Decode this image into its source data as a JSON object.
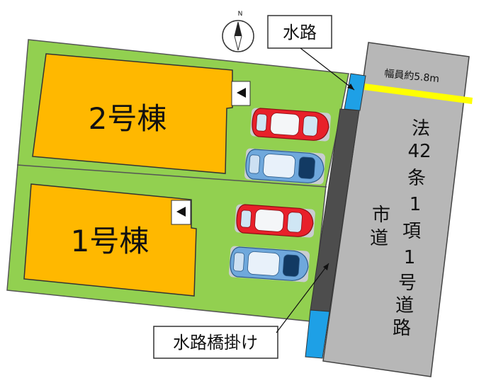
{
  "compass": {
    "north_label": "N"
  },
  "lots": [
    {
      "label": "2号棟"
    },
    {
      "label": "1号棟"
    }
  ],
  "road": {
    "width_note": "幅員約5.8m",
    "legal_chars": [
      "法",
      "42",
      "条",
      "1",
      "項",
      "1",
      "号",
      "道",
      "路"
    ],
    "city_chars": [
      "市",
      "道"
    ]
  },
  "callouts": {
    "waterway": "水路",
    "waterway_bridge": "水路橋掛け"
  },
  "colors": {
    "lawn": "#92d050",
    "building": "#ffb800",
    "road": "#b7b7b7",
    "dark_strip": "#4d4d4d",
    "waterway": "#1ea0e6",
    "center_line": "#ffff00",
    "car_red": "#e8202a",
    "car_blue": "#6fa8dc"
  }
}
